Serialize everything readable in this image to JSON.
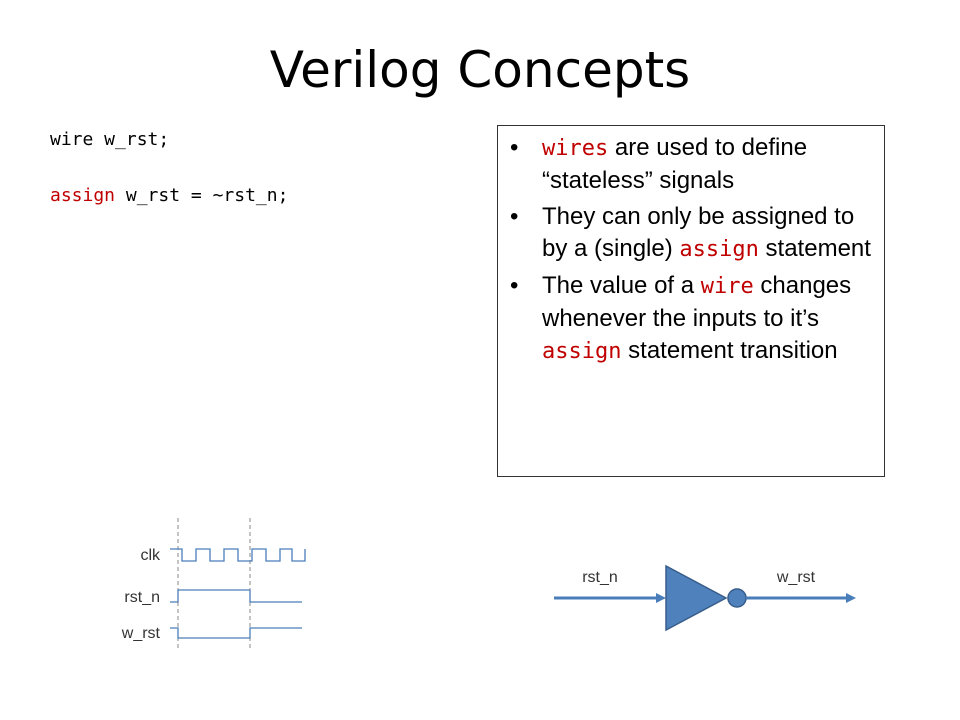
{
  "title": "Verilog Concepts",
  "code": {
    "line1": {
      "text": "wire w_rst;"
    },
    "line2": {
      "kw": "assign",
      "rest": " w_rst = ~rst_n;"
    }
  },
  "bullets": [
    {
      "code1": "wires",
      "text1": " are used to define “stateless” signals"
    },
    {
      "text1": "They can only be assigned to by a (single) ",
      "code1": "assign",
      "text2": " statement"
    },
    {
      "text1": "The value of a ",
      "code1": "wire",
      "text2": " changes whenever the inputs to it’s ",
      "code2": "assign",
      "text3": " statement transition"
    }
  ],
  "waveform": {
    "labels": [
      "clk",
      "rst_n",
      "w_rst"
    ]
  },
  "inverter": {
    "input_label": "rst_n",
    "output_label": "w_rst"
  },
  "colors": {
    "keyword": "#c00000",
    "gate_fill": "#4f81bd",
    "gate_stroke": "#385d8a",
    "wire_color": "#4a7ebb",
    "trace": "#4a7ebb"
  }
}
